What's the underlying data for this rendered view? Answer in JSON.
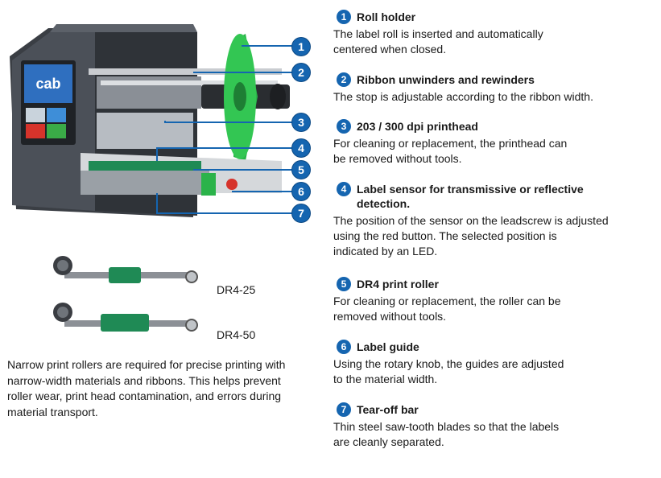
{
  "colors": {
    "badge": "#1565b0",
    "green": "#2bb34a",
    "roller_green": "#1f8a55"
  },
  "printer": {
    "brand": "cab",
    "callouts": [
      "1",
      "2",
      "3",
      "4",
      "5",
      "6",
      "7"
    ]
  },
  "rollers": [
    {
      "label": "DR4-25"
    },
    {
      "label": "DR4-50"
    }
  ],
  "note": "Narrow print rollers are required for precise printing with\nnarrow-width materials and ribbons. This helps prevent\nroller wear, print head contamination, and errors during\nmaterial transport.",
  "features": [
    {
      "num": "1",
      "title": "Roll holder",
      "desc": "The label roll is inserted and automatically\ncentered when closed."
    },
    {
      "num": "2",
      "title": "Ribbon unwinders and rewinders",
      "desc": "The stop is adjustable according to the ribbon width."
    },
    {
      "num": "3",
      "title": "203 / 300 dpi printhead",
      "desc": "For cleaning or replacement, the printhead can\nbe removed without tools."
    },
    {
      "num": "4",
      "title": "Label sensor for transmissive or reflective\n        detection.",
      "desc": "The position of the sensor on the leadscrew is adjusted\nusing the red button. The selected position is\nindicated by an LED."
    },
    {
      "num": "5",
      "title": "DR4 print roller",
      "desc": "For cleaning or replacement, the roller can be\nremoved without tools."
    },
    {
      "num": "6",
      "title": "Label guide",
      "desc": "Using the rotary knob, the guides are adjusted\nto the material width."
    },
    {
      "num": "7",
      "title": "Tear-off bar",
      "desc": "Thin steel saw-tooth blades so that the labels\nare cleanly separated."
    }
  ]
}
